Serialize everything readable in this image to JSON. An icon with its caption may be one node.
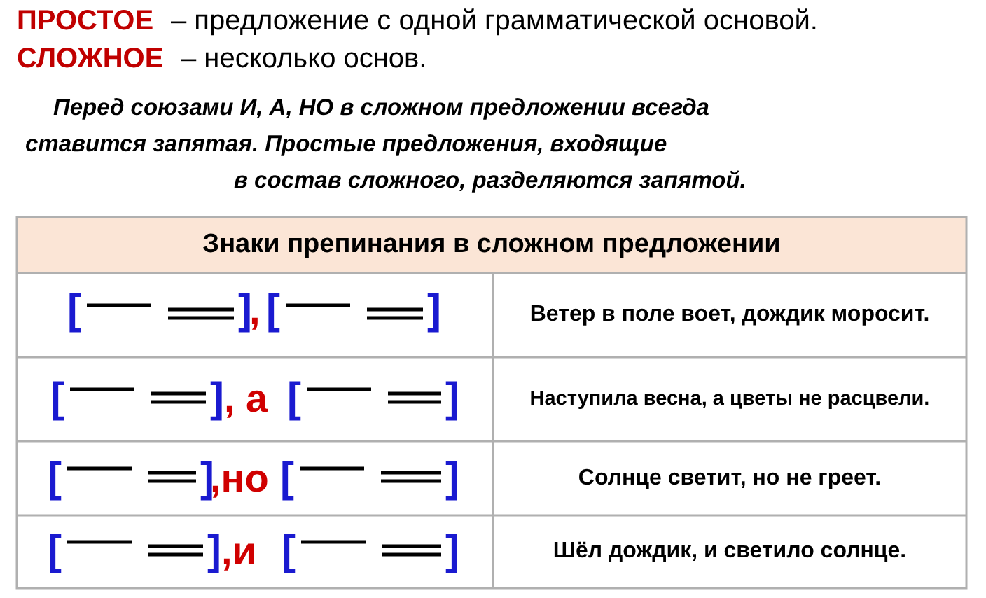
{
  "diagram": {
    "labels": [
      "ПРОСТОЕ",
      "– предложение с одной грамматической основой.",
      "СЛОЖНОЕ",
      "– несколько основ.",
      "Перед союзами И, А, НО в сложном предложении всегда",
      "ставится  запятая. Простые предложения, входящие",
      "в состав сложного, разделяются запятой.",
      "Знаки препинания в сложном предложении",
      "[",
      "]",
      ",",
      "[",
      "]",
      "Ветер в поле воет, дождик моросит.",
      "[",
      "]",
      ", а",
      "[",
      "]",
      "Наступила весна, а цветы не расцвели.",
      "[",
      "]",
      ",но",
      "[",
      "]",
      "Солнце светит, но не греет.",
      "[",
      "]",
      ",и",
      "[",
      "]",
      "Шёл дождик, и светило солнце."
    ]
  }
}
